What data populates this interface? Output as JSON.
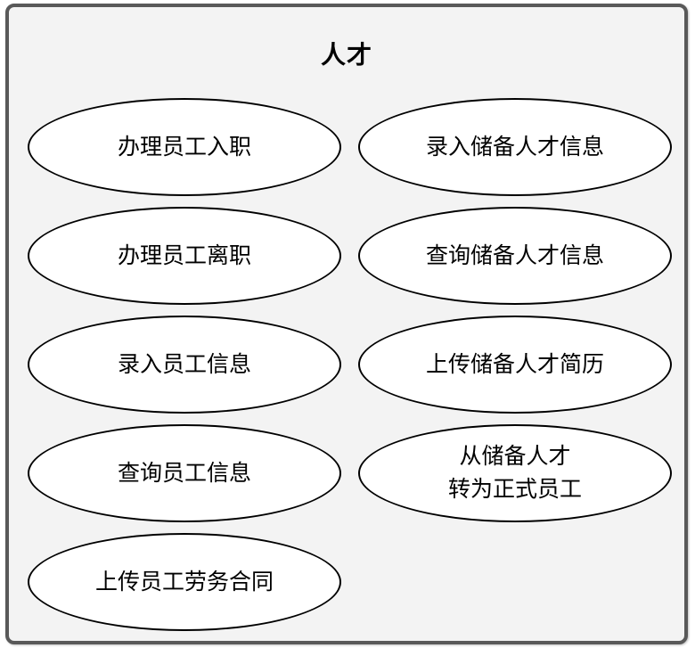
{
  "diagram": {
    "title": "人才",
    "nodes": [
      {
        "id": "onboard-employee",
        "lines": [
          "办理员工入职"
        ],
        "col": 0,
        "row": 0
      },
      {
        "id": "offboard-employee",
        "lines": [
          "办理员工离职"
        ],
        "col": 0,
        "row": 1
      },
      {
        "id": "enter-employee-info",
        "lines": [
          "录入员工信息"
        ],
        "col": 0,
        "row": 2
      },
      {
        "id": "query-employee-info",
        "lines": [
          "查询员工信息"
        ],
        "col": 0,
        "row": 3
      },
      {
        "id": "upload-employee-contract",
        "lines": [
          "上传员工劳务合同"
        ],
        "col": 0,
        "row": 4
      },
      {
        "id": "enter-reserve-talent-info",
        "lines": [
          "录入储备人才信息"
        ],
        "col": 1,
        "row": 0
      },
      {
        "id": "query-reserve-talent-info",
        "lines": [
          "查询储备人才信息"
        ],
        "col": 1,
        "row": 1
      },
      {
        "id": "upload-reserve-talent-resume",
        "lines": [
          "上传储备人才简历"
        ],
        "col": 1,
        "row": 2
      },
      {
        "id": "convert-reserve-to-employee",
        "lines": [
          "从储备人才",
          "转为正式员工"
        ],
        "col": 1,
        "row": 3
      }
    ],
    "colors": {
      "frame_border": "#595959",
      "frame_fill": "#f3f3f3",
      "node_fill": "#ffffff",
      "node_border": "#000000",
      "text": "#000000"
    }
  }
}
